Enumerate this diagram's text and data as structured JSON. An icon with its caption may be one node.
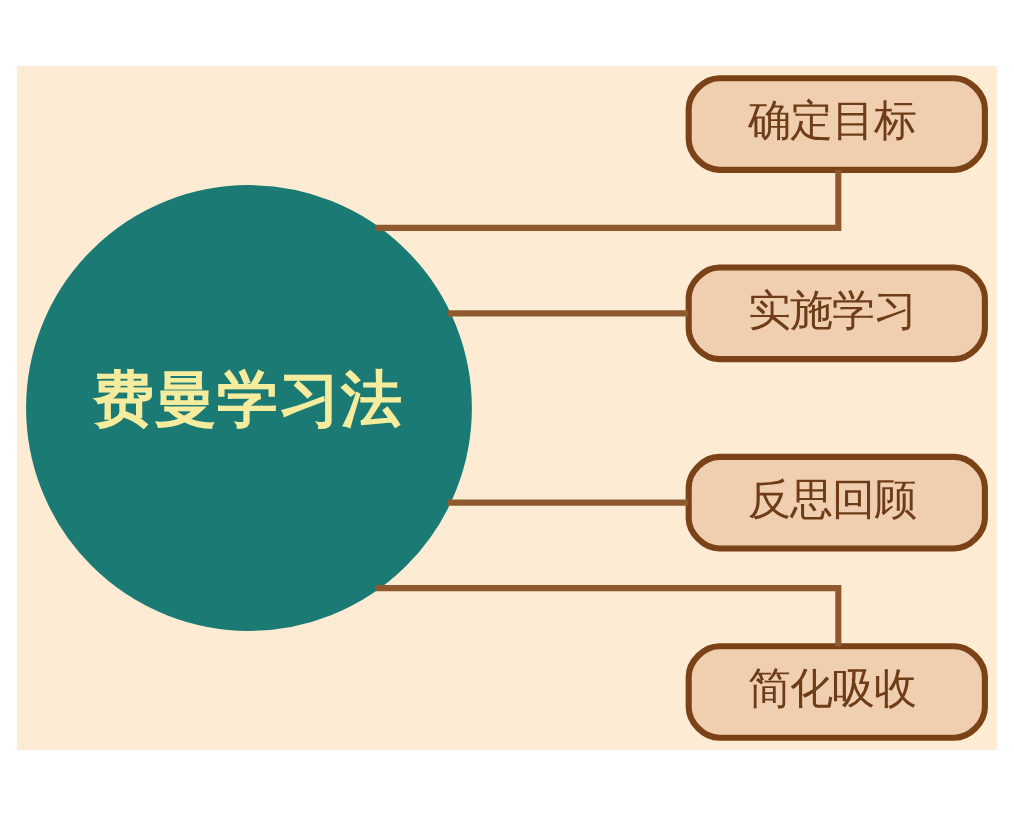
{
  "diagram": {
    "nodes": [
      {
        "text": [
          "费曼学习法"
        ]
      },
      {
        "text": [
          "确定目标"
        ]
      },
      {
        "text": [
          "实施学习"
        ]
      },
      {
        "text": [
          "反思回顾"
        ]
      },
      {
        "text": [
          "简化吸收"
        ]
      }
    ],
    "edges": [
      {
        "from": 0,
        "to": 1,
        "arrow": "none"
      },
      {
        "from": 0,
        "to": 2,
        "arrow": "none"
      },
      {
        "from": 0,
        "to": 3,
        "arrow": "none"
      },
      {
        "from": 0,
        "to": 4,
        "arrow": "none"
      }
    ]
  }
}
